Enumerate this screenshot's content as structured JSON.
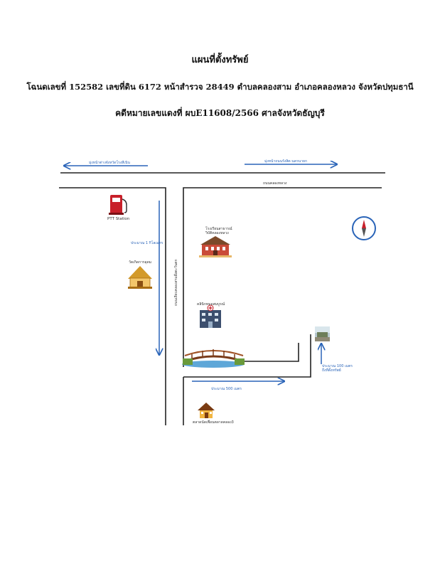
{
  "page": {
    "title": "แผนที่ตั้งทรัพย์",
    "subtitle": "โฉนดเลขที่ 152582 เลขที่ดิน 6172 หน้าสำรวจ 28449 ตำบลคลองสาม อำเภอคลองหลวง จังหวัดปทุมธานี",
    "case": "คดีหมายเลขแดงที่ ผบE11608/2566 ศาลจังหวัดธัญบุรี"
  },
  "map": {
    "arrow_left_label": "มุ่งหน้าต่างจังหวัดโรงสีเนิน",
    "arrow_right_label": "มุ่งหน้าถนนรังสิต-นครนายก",
    "main_road_label": "ถนนคลองหลวง",
    "side_road_label": "ถนนเลียบคลองสามฝั่งตะวันตก",
    "ptt_label": "PTT Station",
    "distance_1km": "ประมาณ 1 กิโลเมตร",
    "temple_label": "วัดเกิดการอุดม",
    "school_label_1": "โรงเรียนสาธารณ์",
    "school_label_2": "วิบัติคลองหลวง",
    "hospital_label": "คลินิกหมอสมบูรณ์",
    "distance_500m": "ประมาณ 500 เมตร",
    "distance_100m_1": "ประมาณ 100 เมตร",
    "distance_100m_2": "ถึงที่ตั้งทรัพย์",
    "house_label": "ตลาดนัดเพื่อนตลาดคลอง3",
    "colors": {
      "road": "#222222",
      "arrow": "#2a64b8",
      "compass": "#2a64b8"
    }
  }
}
